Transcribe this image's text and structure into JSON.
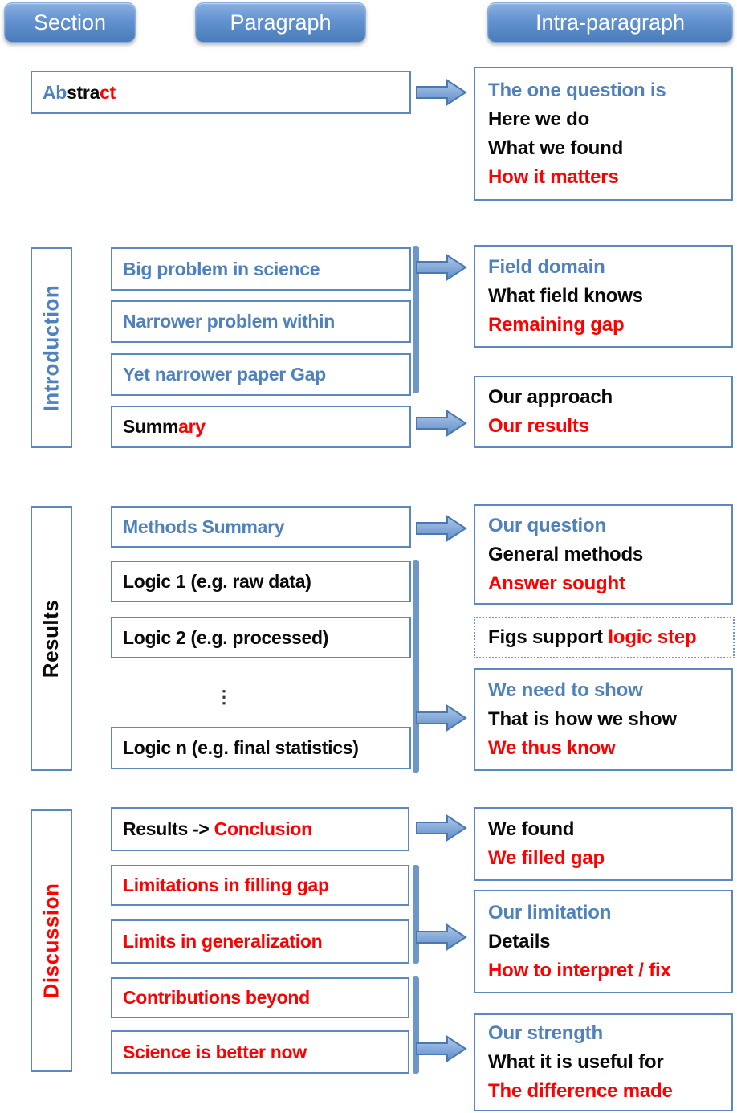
{
  "colors": {
    "accent_blue_text": "#4F81BD",
    "red_text": "#FE0000",
    "black_text": "#0A0A0A",
    "box_border_blue": "#5B88BE",
    "bracket_bar_blue": "#6D96C9",
    "button_gradient_top": "#8BB0E2",
    "button_gradient_bottom": "#4A7CBA",
    "button_text": "#FFFFFF"
  },
  "header": {
    "buttons": [
      {
        "label": "Section"
      },
      {
        "label": "Paragraph"
      },
      {
        "label": "Intra-paragraph"
      }
    ]
  },
  "abstract": {
    "section_box": {
      "segments": [
        {
          "text": "Ab",
          "color": "blue"
        },
        {
          "text": "stra",
          "color": "black"
        },
        {
          "text": "ct",
          "color": "red"
        }
      ]
    },
    "intra_box": {
      "lines": [
        {
          "text": "The one question is",
          "color": "blue"
        },
        {
          "text": "Here we do",
          "color": "black"
        },
        {
          "text": "What we found",
          "color": "black"
        },
        {
          "text": "How it matters",
          "color": "red"
        }
      ]
    }
  },
  "introduction": {
    "label": "Introduction",
    "paragraph_boxes": [
      {
        "text": "Big problem in science",
        "color": "blue"
      },
      {
        "text": "Narrower problem within",
        "color": "blue"
      },
      {
        "text": "Yet narrower paper Gap",
        "color": "blue"
      }
    ],
    "summary_box": {
      "segments": [
        {
          "text": "Summ",
          "color": "black"
        },
        {
          "text": "ary",
          "color": "red"
        }
      ]
    },
    "intra_boxes": [
      {
        "lines": [
          {
            "text": "Field domain",
            "color": "blue"
          },
          {
            "text": "What field knows",
            "color": "black"
          },
          {
            "text": "Remaining gap",
            "color": "red"
          }
        ]
      },
      {
        "lines": [
          {
            "text": "Our approach",
            "color": "black"
          },
          {
            "text": "Our results",
            "color": "red"
          }
        ]
      }
    ]
  },
  "results": {
    "label": "Results",
    "paragraph_boxes": [
      {
        "text": "Methods Summary",
        "color": "blue"
      },
      {
        "text": "Logic 1 (e.g. raw data)",
        "color": "black"
      },
      {
        "text": "Logic 2 (e.g. processed)",
        "color": "black"
      },
      {
        "text": "Logic n (e.g. final statistics)",
        "color": "black"
      }
    ],
    "ellipsis": "⋮",
    "intra_boxes": [
      {
        "lines": [
          {
            "text": "Our question",
            "color": "blue"
          },
          {
            "text": "General methods",
            "color": "black"
          },
          {
            "text": "Answer sought",
            "color": "red"
          }
        ]
      },
      {
        "segments": [
          {
            "text": "Figs support ",
            "color": "black"
          },
          {
            "text": "logic step",
            "color": "red"
          }
        ]
      },
      {
        "lines": [
          {
            "text": "We need to show",
            "color": "blue"
          },
          {
            "text": "That is how we show",
            "color": "black"
          },
          {
            "text": "We thus know",
            "color": "red"
          }
        ]
      }
    ]
  },
  "discussion": {
    "label": "Discussion",
    "conclusion_box": {
      "segments": [
        {
          "text": "Results -> ",
          "color": "black"
        },
        {
          "text": "Conclusion",
          "color": "red"
        }
      ]
    },
    "paragraph_boxes": [
      {
        "text": "Limitations in filling gap",
        "color": "red"
      },
      {
        "text": "Limits in generalization",
        "color": "red"
      },
      {
        "text": "Contributions beyond",
        "color": "red"
      },
      {
        "text": "Science is better now",
        "color": "red"
      }
    ],
    "intra_boxes": [
      {
        "lines": [
          {
            "text": "We found",
            "color": "black"
          },
          {
            "text": "We filled gap",
            "color": "red"
          }
        ]
      },
      {
        "lines": [
          {
            "text": "Our limitation",
            "color": "blue"
          },
          {
            "text": "Details",
            "color": "black"
          },
          {
            "text": "How to interpret / fix",
            "color": "red"
          }
        ]
      },
      {
        "lines": [
          {
            "text": "Our strength",
            "color": "blue"
          },
          {
            "text": "What it is useful for",
            "color": "black"
          },
          {
            "text": "The difference made",
            "color": "red"
          }
        ]
      }
    ]
  }
}
